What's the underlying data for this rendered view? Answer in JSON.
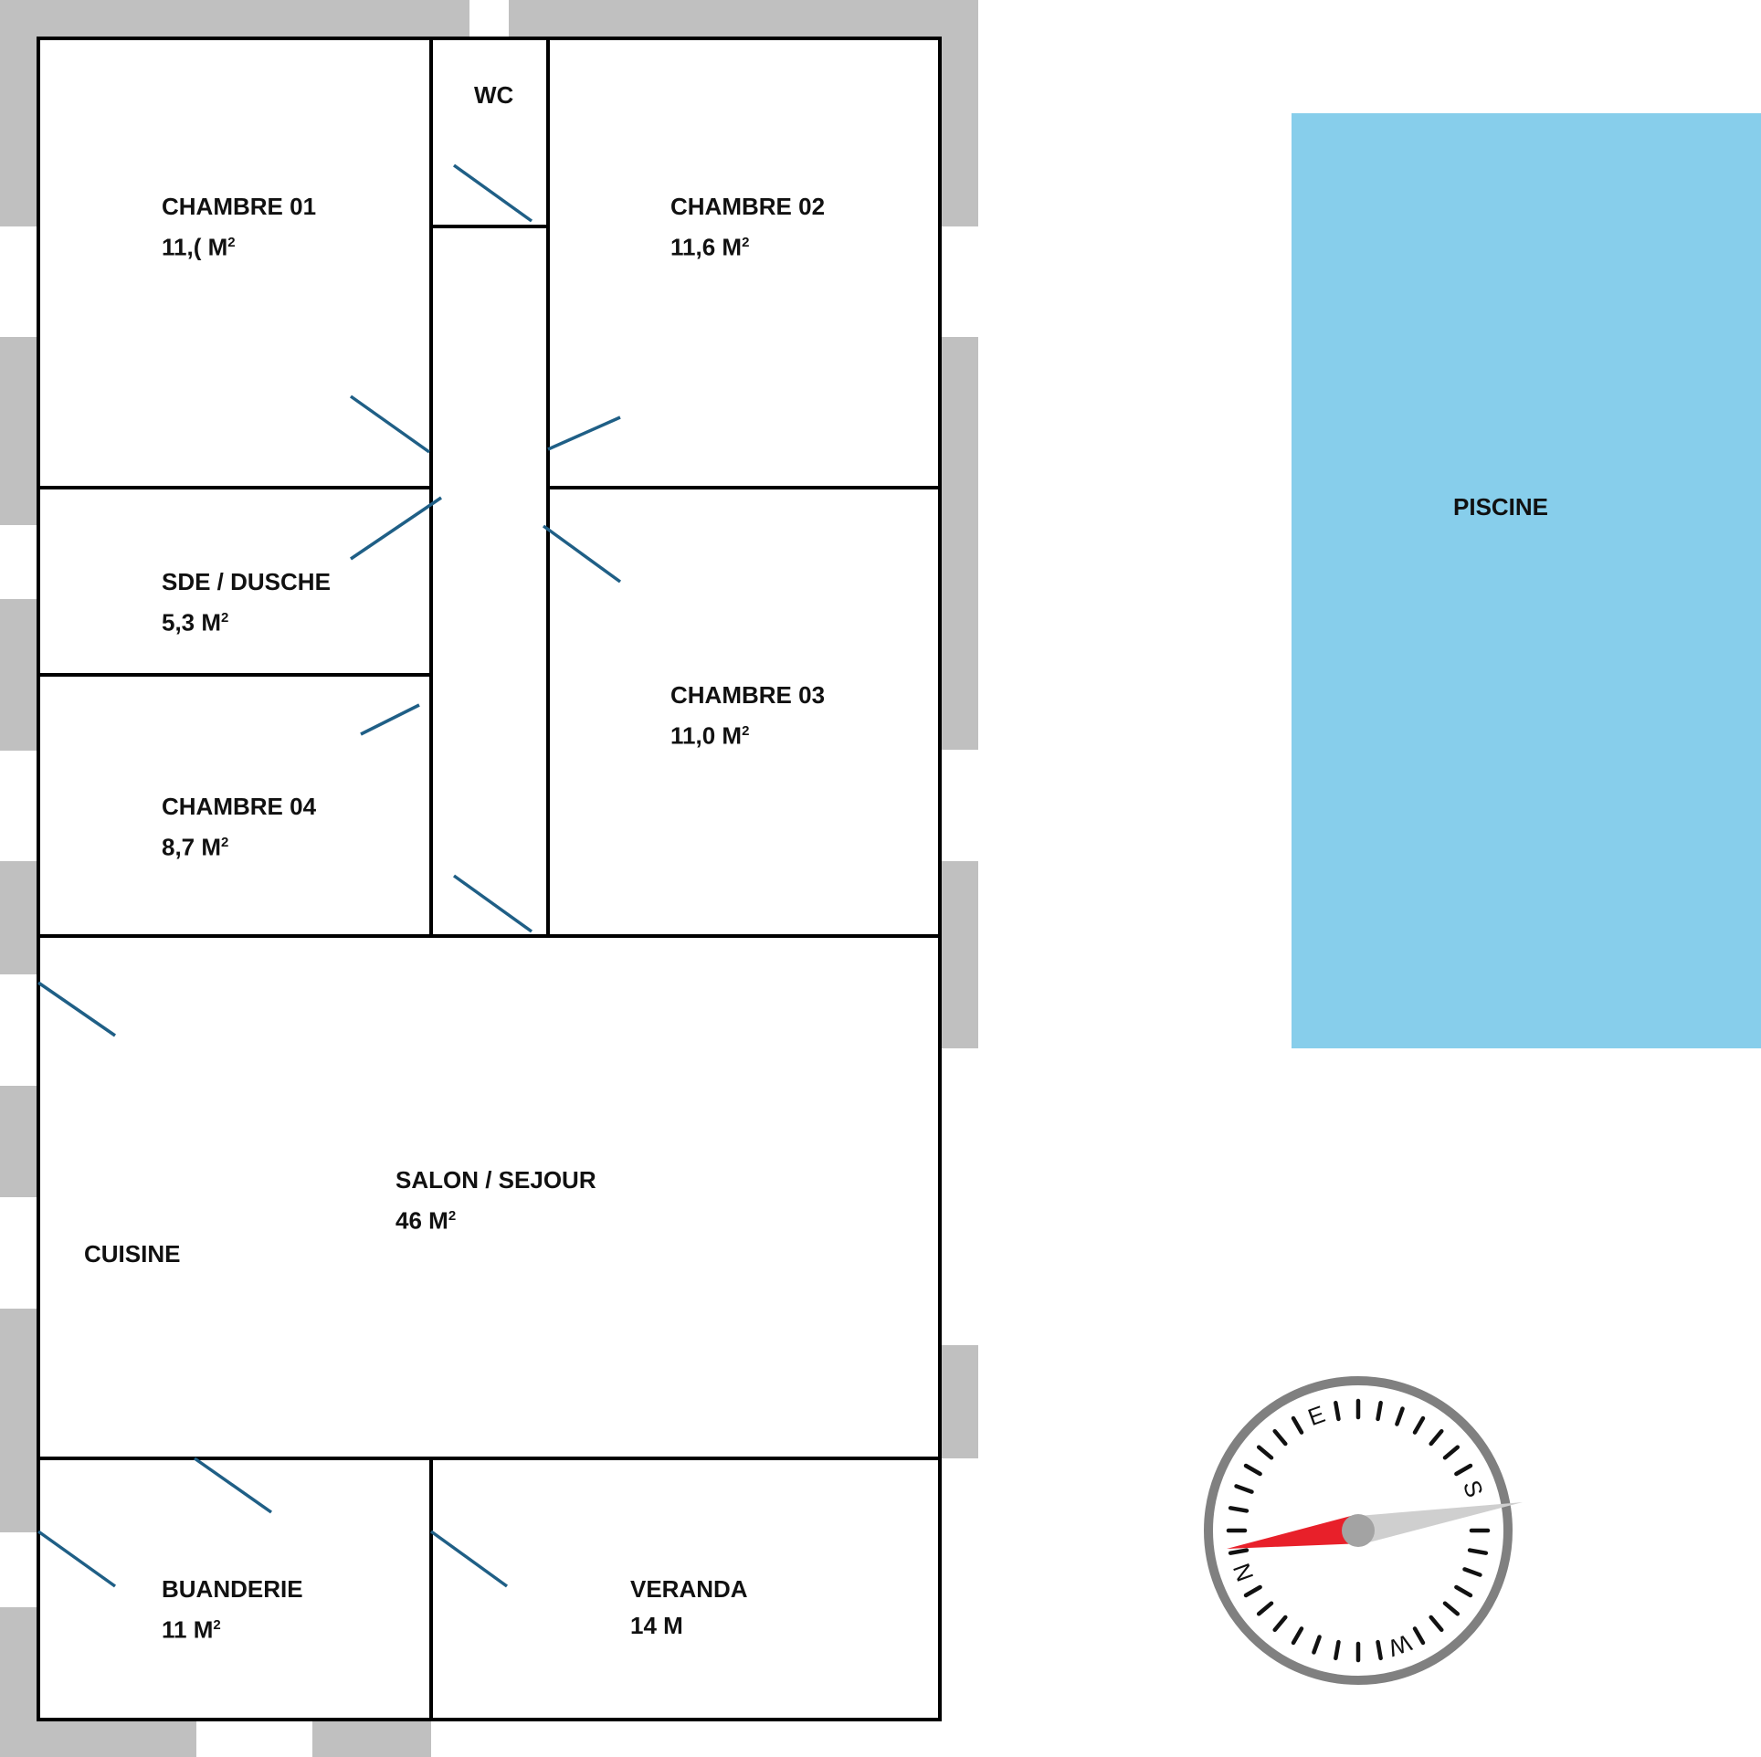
{
  "rooms": {
    "wc": {
      "name": "WC"
    },
    "chambre01": {
      "name": "CHAMBRE 01",
      "area": "11,( M",
      "unit_sup": "2"
    },
    "chambre02": {
      "name": "CHAMBRE 02",
      "area": "11,6 M",
      "unit_sup": "2"
    },
    "sde": {
      "name": "SDE / DUSCHE",
      "area": "5,3 M",
      "unit_sup": "2"
    },
    "chambre03": {
      "name": "CHAMBRE 03",
      "area": "11,0 M",
      "unit_sup": "2"
    },
    "chambre04": {
      "name": "CHAMBRE 04",
      "area": "8,7 M",
      "unit_sup": "2"
    },
    "salon": {
      "name": "SALON / SEJOUR",
      "area": "46 M",
      "unit_sup": "2"
    },
    "cuisine": {
      "name": "CUISINE"
    },
    "buanderie": {
      "name": "BUANDERIE",
      "area": "11 M",
      "unit_sup": "2"
    },
    "veranda": {
      "name": "VERANDA",
      "area": "14 M"
    }
  },
  "pool": {
    "name": "PISCINE"
  },
  "compass": {
    "labels": [
      "E",
      "S",
      "W",
      "N"
    ]
  },
  "colors": {
    "wall_line": "#000000",
    "exterior_wall": "#c0c0c0",
    "door": "#1f5f86",
    "pool": "#87ceeb",
    "needle_north": "#e8202a",
    "needle_south": "#cfcfcf"
  }
}
